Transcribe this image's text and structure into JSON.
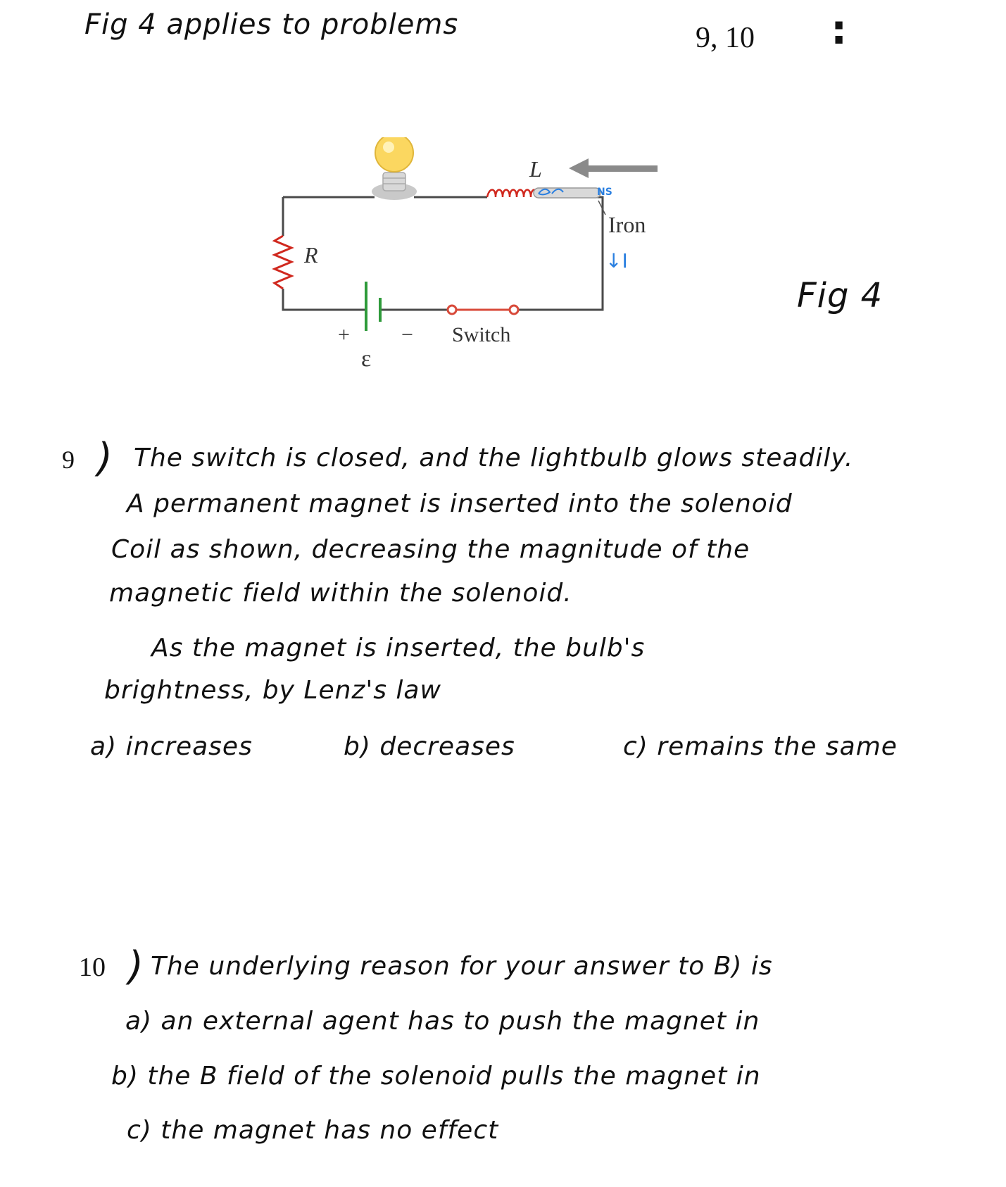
{
  "header": {
    "text": "Fig 4 applies to problems",
    "numbers": "9, 10",
    "colon": ":"
  },
  "figure": {
    "label_L": "L",
    "label_R": "R",
    "label_iron": "Iron",
    "label_switch": "Switch",
    "label_emf": "ε",
    "label_plus": "+",
    "label_minus": "−",
    "label_ns": "NS",
    "label_current": "↓I",
    "fig_label": "Fig 4",
    "colors": {
      "wire": "#4a4a4a",
      "coil": "#d0281e",
      "annotation": "#2a7fe0",
      "battery": "#2e9a3a",
      "switch": "#d84a3a",
      "arrow": "#8a8a8a",
      "bulb": "#fbd760"
    }
  },
  "q9": {
    "number": "9",
    "paren": ")",
    "line1": "The switch is closed, and the lightbulb glows steadily.",
    "line2": "A permanent magnet is inserted into the solenoid",
    "line3": "Coil as shown, decreasing the magnitude of the",
    "line4": "magnetic field within the solenoid.",
    "line5": "As the magnet is inserted, the bulb's",
    "line6": "brightness, by Lenz's law",
    "option_a": "a) increases",
    "option_b": "b) decreases",
    "option_c": "c) remains the same"
  },
  "q10": {
    "number": "10",
    "paren": ")",
    "line1": "The underlying reason for your answer to B) is",
    "option_a": "a) an external agent has to push the magnet in",
    "option_b": "b) the B field of the solenoid pulls the magnet in",
    "option_c": "c) the magnet has no effect"
  }
}
